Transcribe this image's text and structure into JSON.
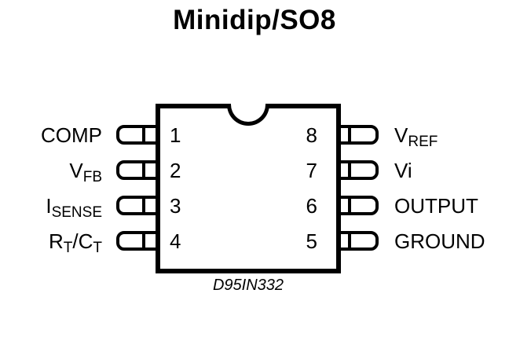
{
  "title": "Minidip/SO8",
  "caption": "D95IN332",
  "colors": {
    "ink": "#000000",
    "paper": "#ffffff"
  },
  "package": {
    "type": "8-pin dual-in-line / SO8 top view",
    "left_pins": [
      {
        "number": "1",
        "label": [
          {
            "t": "COMP",
            "sub": false
          }
        ]
      },
      {
        "number": "2",
        "label": [
          {
            "t": "V",
            "sub": false
          },
          {
            "t": "FB",
            "sub": true
          }
        ]
      },
      {
        "number": "3",
        "label": [
          {
            "t": "I",
            "sub": false
          },
          {
            "t": "SENSE",
            "sub": true
          }
        ]
      },
      {
        "number": "4",
        "label": [
          {
            "t": "R",
            "sub": false
          },
          {
            "t": "T",
            "sub": true
          },
          {
            "t": "/C",
            "sub": false
          },
          {
            "t": "T",
            "sub": true
          }
        ]
      }
    ],
    "right_pins": [
      {
        "number": "8",
        "label": [
          {
            "t": "V",
            "sub": false
          },
          {
            "t": "REF",
            "sub": true
          }
        ]
      },
      {
        "number": "7",
        "label": [
          {
            "t": "Vi",
            "sub": false
          }
        ]
      },
      {
        "number": "6",
        "label": [
          {
            "t": "OUTPUT",
            "sub": false
          }
        ]
      },
      {
        "number": "5",
        "label": [
          {
            "t": "GROUND",
            "sub": false
          }
        ]
      }
    ]
  }
}
